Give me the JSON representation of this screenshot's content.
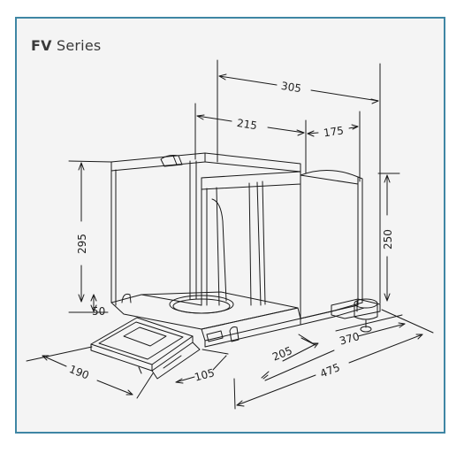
{
  "title": {
    "series_bold": "FV",
    "series_rest": " Series"
  },
  "colors": {
    "frame_border": "#3f86a4",
    "frame_bg": "#f4f4f4",
    "line": "#1a1a1a"
  },
  "dimensions": {
    "d305": "305",
    "d215": "215",
    "d175": "175",
    "d295": "295",
    "d250": "250",
    "d50": "50",
    "d190": "190",
    "d105": "105",
    "d205": "205",
    "d370": "370",
    "d475": "475"
  }
}
